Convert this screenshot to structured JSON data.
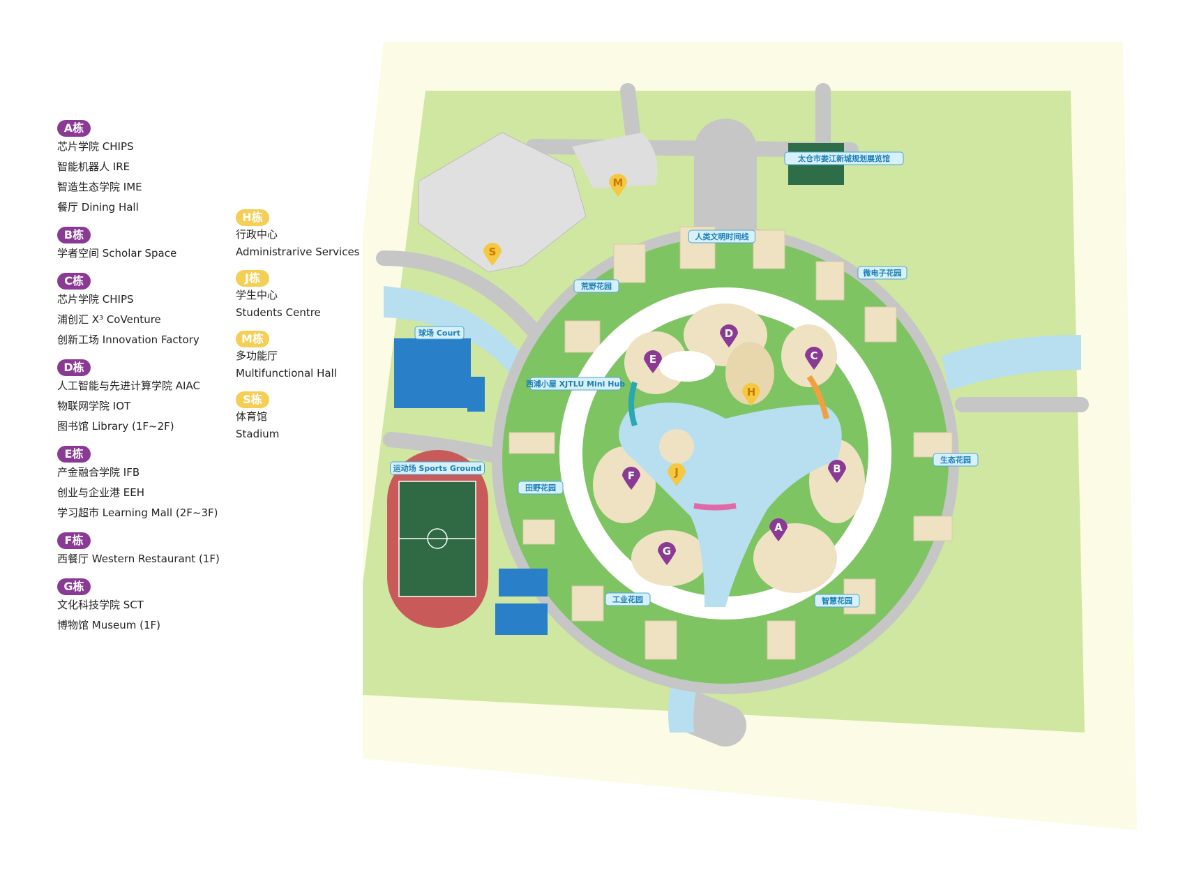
{
  "legend_left": [
    {
      "key": "A",
      "badge": "A栋",
      "items": [
        "芯片学院 CHIPS",
        "智能机器人 IRE",
        "智造生态学院 IME",
        "餐厅 Dining Hall"
      ]
    },
    {
      "key": "B",
      "badge": "B栋",
      "items": [
        "学者空间 Scholar Space"
      ]
    },
    {
      "key": "C",
      "badge": "C栋",
      "items": [
        "芯片学院 CHIPS",
        "浦创汇  X³ CoVenture",
        "创新工场 Innovation Factory"
      ]
    },
    {
      "key": "D",
      "badge": "D栋",
      "items": [
        "人工智能与先进计算学院 AIAC",
        "物联网学院 IOT",
        "图书馆 Library (1F~2F)"
      ]
    },
    {
      "key": "E",
      "badge": "E栋",
      "items": [
        "产金融合学院 IFB",
        "创业与企业港 EEH",
        "学习超市 Learning Mall (2F~3F)"
      ]
    },
    {
      "key": "F",
      "badge": "F栋",
      "items": [
        "西餐厅 Western Restaurant (1F)"
      ]
    },
    {
      "key": "G",
      "badge": "G栋",
      "items": [
        "文化科技学院 SCT",
        "博物馆 Museum (1F)"
      ]
    }
  ],
  "legend_mid": [
    {
      "key": "H",
      "badge": "H栋",
      "items": [
        "行政中心",
        "Administrarive Services Centre"
      ]
    },
    {
      "key": "J",
      "badge": "J栋",
      "items": [
        "学生中心",
        "Students Centre"
      ]
    },
    {
      "key": "M",
      "badge": "M栋",
      "items": [
        "多功能厅",
        "Multifunctional Hall"
      ]
    },
    {
      "key": "S",
      "badge": "S栋",
      "items": [
        "体育馆",
        "Stadium"
      ]
    }
  ],
  "map": {
    "labels": {
      "exhibition": "太仓市娄江新城规划展览馆",
      "timeline": "人类文明时间线",
      "wild_garden": "荒野花园",
      "micro_garden": "微电子花园",
      "court": "球场 Court",
      "mini_hub": "西浦小屋 XJTLU Mini Hub",
      "eco_garden": "生态花园",
      "sports_ground": "运动场 Sports Ground",
      "field_garden": "田野花园",
      "industry_garden": "工业花园",
      "wisdom_garden": "智慧花园"
    },
    "markers": {
      "A": "A",
      "B": "B",
      "C": "C",
      "D": "D",
      "E": "E",
      "F": "F",
      "G": "G",
      "H": "H",
      "J": "J",
      "M": "M",
      "S": "S"
    },
    "colors": {
      "purple": "#8a3a94",
      "yellow": "#f5c842",
      "grass": "#7fc463",
      "light_green": "#cfe7a0",
      "water": "#b7dff0",
      "road": "#c6c6c6",
      "path_bg": "#fbfbe6",
      "track": "#c95a5a",
      "field": "#2f6a45",
      "court": "#2a80c8"
    }
  }
}
